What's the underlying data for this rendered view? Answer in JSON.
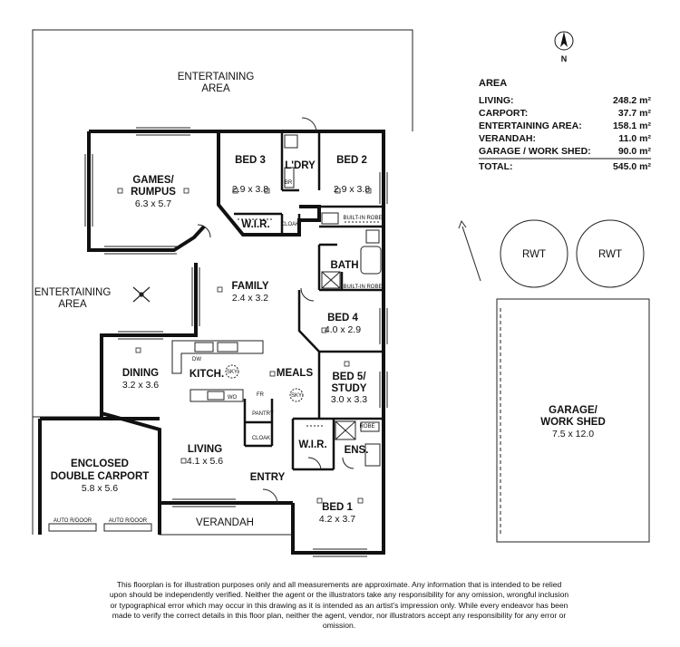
{
  "compass": {
    "label": "N"
  },
  "area_table": {
    "title": "AREA",
    "rows": [
      {
        "label": "LIVING:",
        "value": "248.2 m²"
      },
      {
        "label": "CARPORT:",
        "value": "37.7 m²"
      },
      {
        "label": "ENTERTAINING AREA:",
        "value": "158.1 m²"
      },
      {
        "label": "VERANDAH:",
        "value": "11.0 m²"
      },
      {
        "label": "GARAGE / WORK SHED:",
        "value": "90.0 m²"
      }
    ],
    "total": {
      "label": "TOTAL:",
      "value": "545.0 m²"
    }
  },
  "rooms": {
    "entertaining_top": {
      "line1": "ENTERTAINING",
      "line2": "AREA"
    },
    "entertaining_left": {
      "line1": "ENTERTAINING",
      "line2": "AREA"
    },
    "games": {
      "line1": "GAMES/",
      "line2": "RUMPUS",
      "dims": "6.3 x 5.7"
    },
    "bed3": {
      "name": "BED 3",
      "dims": "2.9 x 3.8"
    },
    "ldry": {
      "name": "L'DRY"
    },
    "bed2": {
      "name": "BED 2",
      "dims": "2.9 x 3.8"
    },
    "wir_top": {
      "name": "W.I.R."
    },
    "family": {
      "name": "FAMILY",
      "dims": "2.4 x 3.2"
    },
    "bath": {
      "name": "BATH"
    },
    "bed4": {
      "name": "BED 4",
      "dims": "4.0 x 2.9"
    },
    "dining": {
      "name": "DINING",
      "dims": "3.2 x 3.6"
    },
    "kitch": {
      "name": "KITCH."
    },
    "meals": {
      "name": "MEALS"
    },
    "bed5": {
      "line1": "BED 5/",
      "line2": "STUDY",
      "dims": "3.0 x 3.3"
    },
    "living": {
      "name": "LIVING",
      "dims": "4.1 x 5.6"
    },
    "wir_bottom": {
      "name": "W.I.R."
    },
    "ens": {
      "name": "ENS."
    },
    "entry": {
      "name": "ENTRY"
    },
    "carport": {
      "line1": "ENCLOSED",
      "line2": "DOUBLE CARPORT",
      "dims": "5.8 x 5.6"
    },
    "verandah": {
      "name": "VERANDAH"
    },
    "bed1": {
      "name": "BED 1",
      "dims": "4.2 x 3.7"
    },
    "garage": {
      "line1": "GARAGE/",
      "line2": "WORK SHED",
      "dims": "7.5 x 12.0"
    }
  },
  "small_labels": {
    "cloak_top": "CLOAK",
    "br": "BR",
    "builtin_robe_1": "BUILT-IN ROBE",
    "builtin_robe_2": "BUILT-IN ROBE",
    "dw": "DW",
    "sky1": "SKY",
    "sky2": "SKY",
    "wo": "WO",
    "fr": "FR",
    "pantry": "PANTRY",
    "cloak_bottom": "CLOAK",
    "robe": "ROBE",
    "auto_door_1": "AUTO R/DOOR",
    "auto_door_2": "AUTO R/DOOR"
  },
  "tanks": [
    {
      "label": "RWT"
    },
    {
      "label": "RWT"
    }
  ],
  "disclaimer": "This floorplan is for illustration purposes only and all measurements are approximate. Any information that is intended to be relied upon should be independently verified. Neither the agent or the illustrators take any responsibility for any omission, wrongful inclusion or typographical error which may occur in this drawing as it is intended as an artist's impression only. While every endeavor has been made to verify the correct details in this floor plan, neither the agent, vendor, nor illustrators accept any responsibility for any error or omission."
}
